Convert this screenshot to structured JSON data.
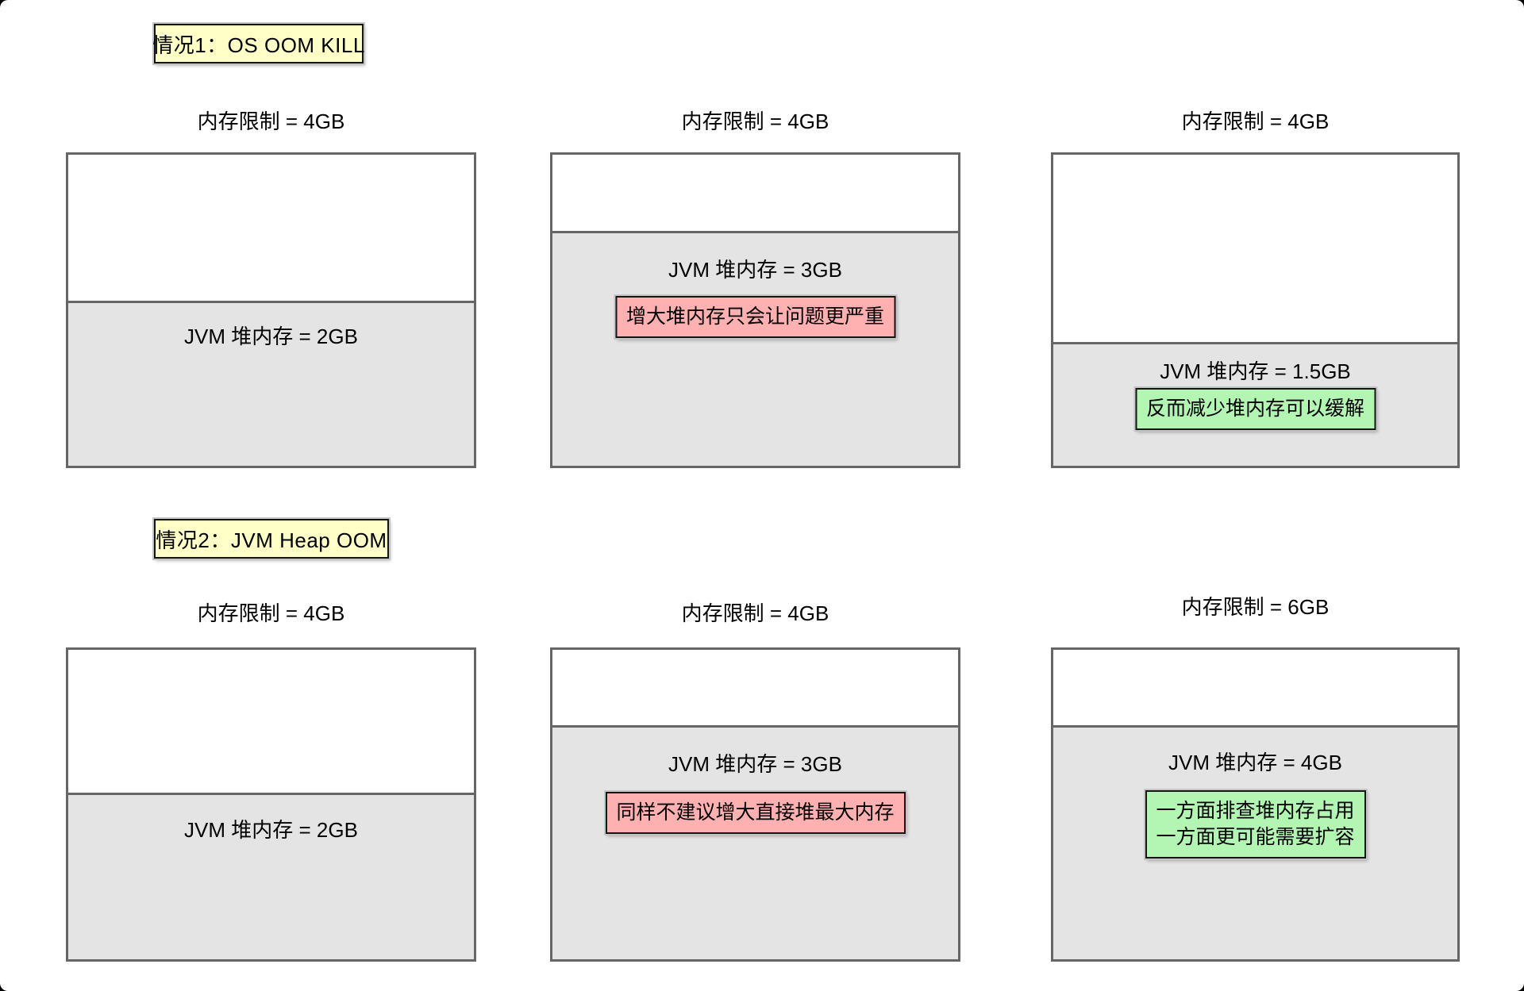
{
  "colors": {
    "page_background": "#000000",
    "canvas_background": "#ffffff",
    "box_border": "#666666",
    "heap_fill": "#e4e4e4",
    "free_fill": "#ffffff",
    "case_label_yellow": "#ffffc8",
    "note_negative_pink": "#ffb1b1",
    "note_positive_green": "#b3f6b3",
    "text": "#000000"
  },
  "sections": [
    {
      "id": "case1",
      "label": "情况1：OS OOM KILL"
    },
    {
      "id": "case2",
      "label": "情况2：JVM Heap OOM"
    }
  ],
  "panels": [
    {
      "section": "case1",
      "limit": "内存限制 = 4GB",
      "limit_gb": 4,
      "heap": "JVM 堆内存 = 2GB",
      "heap_gb": 2
    },
    {
      "section": "case1",
      "limit": "内存限制 = 4GB",
      "limit_gb": 4,
      "heap": "JVM 堆内存 = 3GB",
      "heap_gb": 3,
      "note": "增大堆内存只会让问题更严重",
      "note_type": "negative"
    },
    {
      "section": "case1",
      "limit": "内存限制 = 4GB",
      "limit_gb": 4,
      "heap": "JVM 堆内存 = 1.5GB",
      "heap_gb": 1.5,
      "note": "反而减少堆内存可以缓解",
      "note_type": "positive"
    },
    {
      "section": "case2",
      "limit": "内存限制 = 4GB",
      "limit_gb": 4,
      "heap": "JVM 堆内存 = 2GB",
      "heap_gb": 2
    },
    {
      "section": "case2",
      "limit": "内存限制 = 4GB",
      "limit_gb": 4,
      "heap": "JVM 堆内存 = 3GB",
      "heap_gb": 3,
      "note": "同样不建议增大直接堆最大内存",
      "note_type": "negative"
    },
    {
      "section": "case2",
      "limit": "内存限制 = 6GB",
      "limit_gb": 6,
      "heap": "JVM 堆内存 = 4GB",
      "heap_gb": 4,
      "note_line1": "一方面排查堆内存占用",
      "note_line2": "一方面更可能需要扩容",
      "note_type": "positive"
    }
  ]
}
